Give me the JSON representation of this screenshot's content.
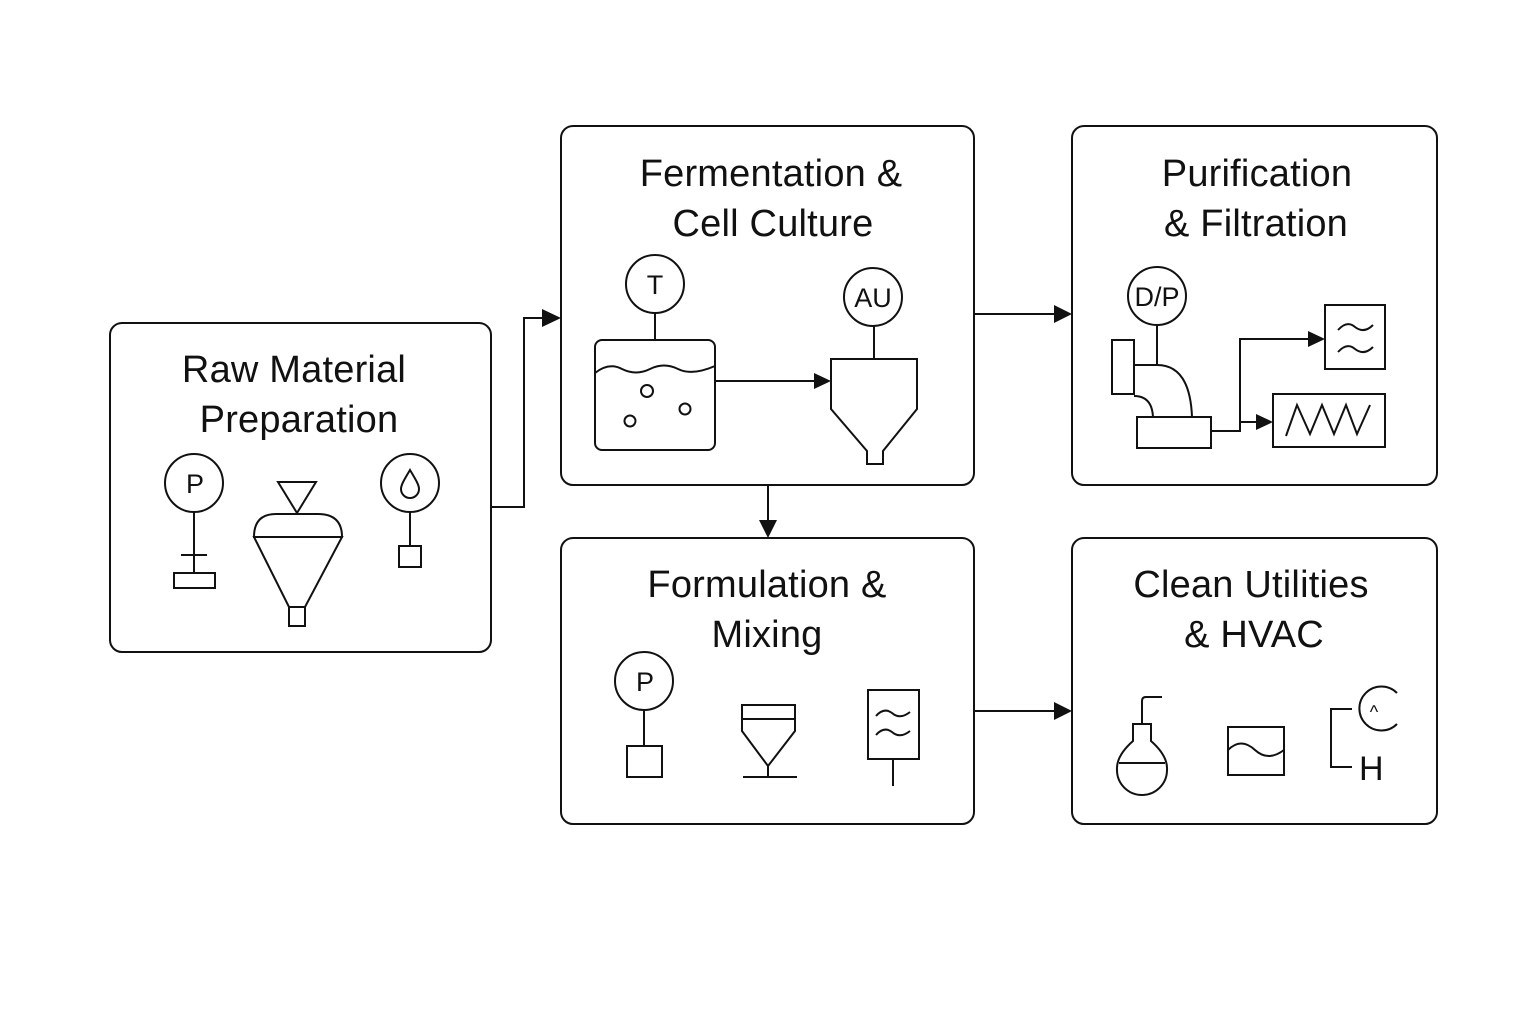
{
  "diagram": {
    "title": "Biopharmaceutical Process Flow",
    "line_color": "#111111",
    "background": "#ffffff",
    "blocks": {
      "raw_material": {
        "title_lines": [
          "Raw Material",
          "Preparation"
        ],
        "symbols": [
          {
            "type": "pressure-indicator",
            "label": "P"
          },
          {
            "type": "hopper-funnel"
          },
          {
            "type": "flow-drop-indicator",
            "label": "drop"
          }
        ]
      },
      "fermentation": {
        "title_lines": [
          "Fermentation &",
          "Cell Culture"
        ],
        "symbols": [
          {
            "type": "temperature-indicator",
            "label": "T"
          },
          {
            "type": "bioreactor-tank"
          },
          {
            "type": "analyzer-indicator",
            "label": "AU"
          },
          {
            "type": "conical-vessel"
          }
        ]
      },
      "purification": {
        "title_lines": [
          "Purification",
          "& Filtration"
        ],
        "symbols": [
          {
            "type": "differential-pressure-indicator",
            "label": "D/P"
          },
          {
            "type": "pump-elbow"
          },
          {
            "type": "filter-wave"
          },
          {
            "type": "heat-exchanger-zigzag"
          }
        ]
      },
      "formulation": {
        "title_lines": [
          "Formulation &",
          "Mixing"
        ],
        "symbols": [
          {
            "type": "pressure-indicator",
            "label": "P"
          },
          {
            "type": "mixing-hopper"
          },
          {
            "type": "filter-wave-stand"
          }
        ]
      },
      "utilities": {
        "title_lines": [
          "Clean Utilities",
          "& HVAC"
        ],
        "symbols": [
          {
            "type": "flask"
          },
          {
            "type": "signal-wave-box"
          },
          {
            "type": "humidity-sensor",
            "label": "H",
            "caret": "^"
          }
        ]
      }
    },
    "connections": [
      {
        "from": "Raw Material Preparation",
        "to": "Fermentation & Cell Culture"
      },
      {
        "from": "Fermentation & Cell Culture",
        "to": "Purification & Filtration"
      },
      {
        "from": "Fermentation & Cell Culture",
        "to": "Formulation & Mixing"
      },
      {
        "from": "Formulation & Mixing",
        "to": "Clean Utilities & HVAC"
      }
    ]
  }
}
